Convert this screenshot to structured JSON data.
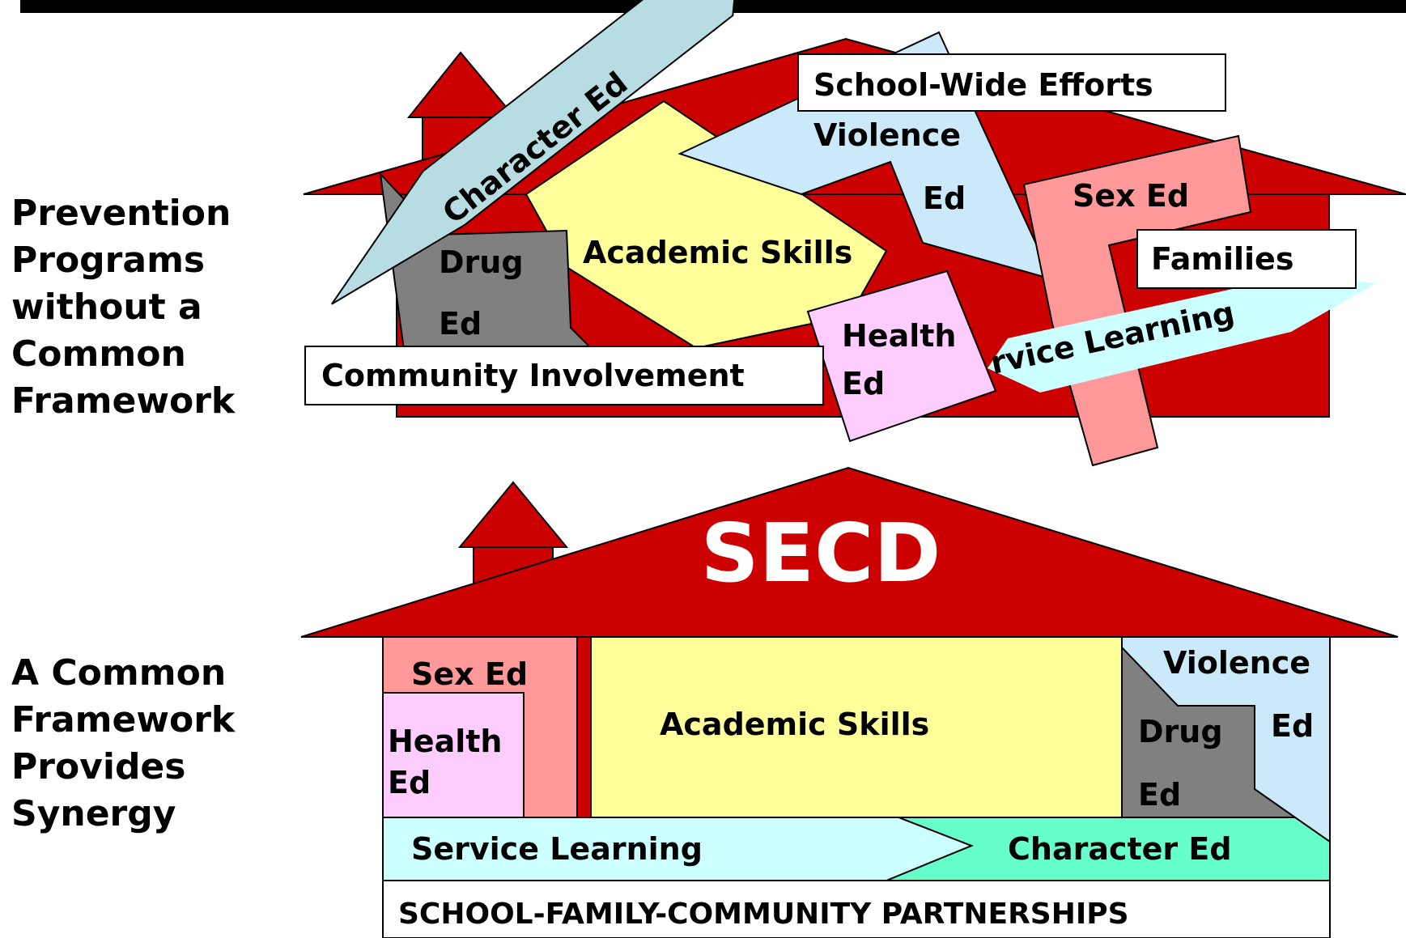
{
  "side_labels": {
    "top": [
      "Prevention",
      "Programs",
      "without a",
      "Common",
      "Framework"
    ],
    "bottom": [
      "A Common",
      "Framework",
      "Provides",
      "Synergy"
    ]
  },
  "top_house": {
    "school_wide_efforts": "School-Wide Efforts",
    "violence_ed": [
      "Violence",
      "Ed"
    ],
    "character_ed": "Character Ed",
    "drug_ed": [
      "Drug",
      "Ed"
    ],
    "academic_skills": "Academic Skills",
    "sex_ed": "Sex Ed",
    "families": "Families",
    "health_ed": [
      "Health",
      "Ed"
    ],
    "service_learning": "Service Learning",
    "community_involvement": "Community Involvement"
  },
  "bottom_house": {
    "roof_title": "SECD",
    "sex_ed": "Sex Ed",
    "health_ed": [
      "Health",
      "Ed"
    ],
    "academic_skills": "Academic Skills",
    "violence_ed": [
      "Violence",
      "Ed"
    ],
    "drug_ed": [
      "Drug",
      "Ed"
    ],
    "service_learning": "Service Learning",
    "character_ed": "Character Ed",
    "partnerships": "SCHOOL-FAMILY-COMMUNITY PARTNERSHIPS"
  },
  "colors": {
    "house_red": "#cc0000",
    "academic_yellow": "#ffff99",
    "violence_blue": "#cce9fa",
    "character_blue": "#b7dde2",
    "drug_gray": "#808080",
    "sex_pink": "#ff9999",
    "health_pink": "#ffccff",
    "service_cyan": "#ccffff",
    "character_green": "#66ffcc"
  },
  "icons": [
    "house-top-outline",
    "house-bottom-outline"
  ]
}
